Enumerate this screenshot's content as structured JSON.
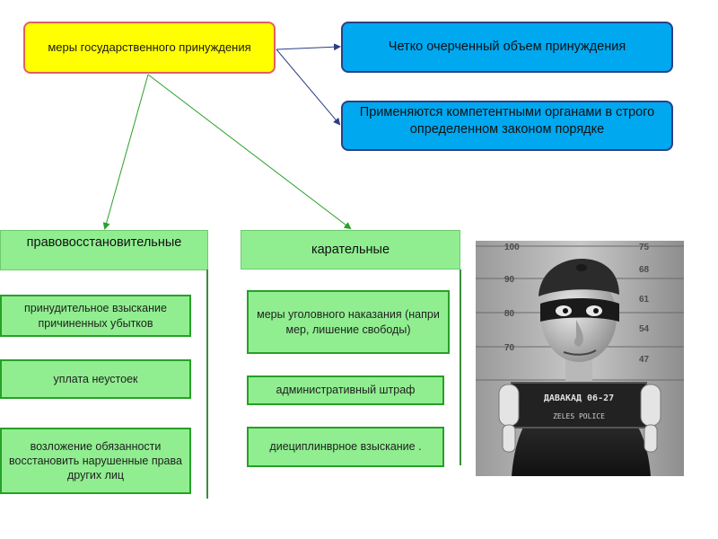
{
  "root": {
    "text": "меры государственного принуждения"
  },
  "features": [
    {
      "text": "Четко очерченный объем принуждения"
    },
    {
      "text": "Применяются компетентными органами в строго определенном законом порядке"
    }
  ],
  "categories": {
    "restorative": {
      "title": "правовосстановительные",
      "items": [
        {
          "text": "принудительное взыскание причиненных убытков"
        },
        {
          "text": "уплата неустоек"
        },
        {
          "text": "возложение обязанности восстановить нарушенные права других лиц"
        }
      ]
    },
    "punitive": {
      "title": "карательные",
      "items": [
        {
          "text": "меры уголовного наказания (напри мер, лишение свободы)"
        },
        {
          "text": "административный штраф"
        },
        {
          "text": "диециплинврное взыскание ."
        }
      ]
    }
  },
  "colors": {
    "root_fill": "#ffff00",
    "root_border": "#e06060",
    "feature_fill": "#00a8f0",
    "feature_border": "#2a3f86",
    "category_fill": "#90ee90",
    "item_border": "#27a027"
  },
  "illustration": {
    "icon": "mugshot-illustration",
    "height_marks": [
      "100",
      "75",
      "90",
      "68",
      "80",
      "61",
      "54",
      "70",
      "47"
    ],
    "placard_lines": [
      "ДАВАКАД 06-27",
      "ZELES POLICE"
    ]
  }
}
